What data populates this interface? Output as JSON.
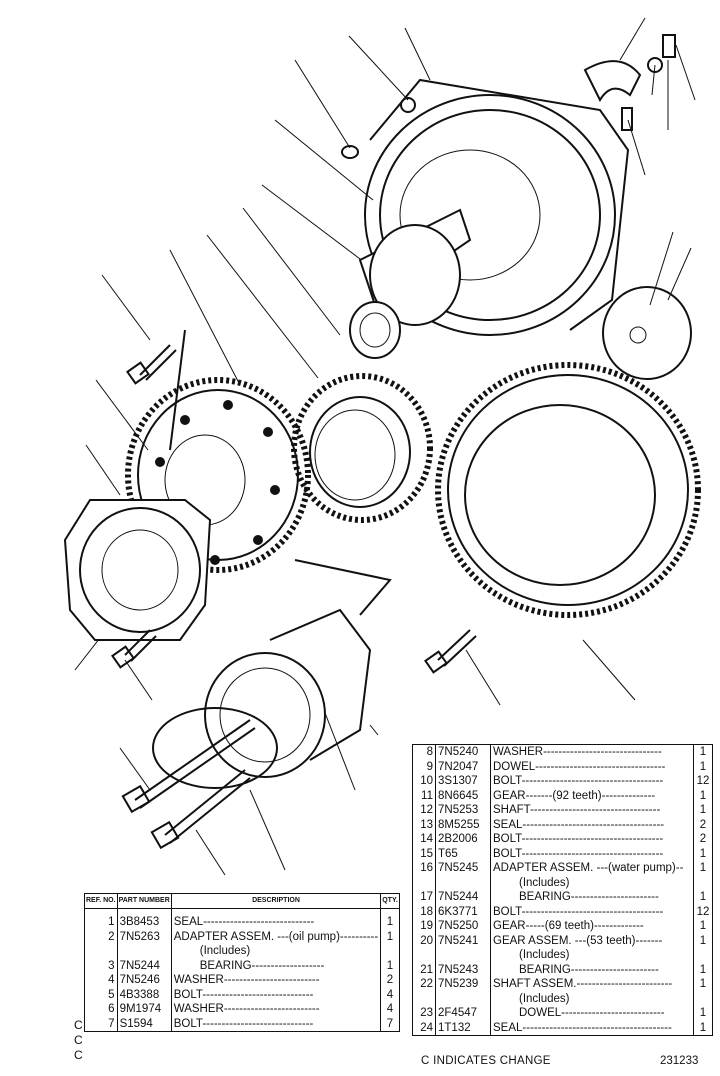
{
  "table_left": {
    "headers": {
      "ref": "REF. NO.",
      "part": "PART NUMBER",
      "desc": "DESCRIPTION",
      "qty": "QTY."
    },
    "rows": [
      {
        "mark": "",
        "ref": "1",
        "part": "3B8453",
        "desc": "SEAL",
        "qty": "1"
      },
      {
        "mark": "",
        "ref": "2",
        "part": "7N5263",
        "desc": "ADAPTER ASSEM. ---(oil pump)",
        "qty": "1"
      },
      {
        "mark": "",
        "ref": "",
        "part": "",
        "desc": "(Includes)",
        "qty": ""
      },
      {
        "mark": "",
        "ref": "3",
        "part": "7N5244",
        "desc": "BEARING",
        "qty": "1"
      },
      {
        "mark": "C",
        "ref": "4",
        "part": "7N5246",
        "desc": "WASHER",
        "qty": "2"
      },
      {
        "mark": "C",
        "ref": "5",
        "part": "4B3388",
        "desc": "BOLT",
        "qty": "4"
      },
      {
        "mark": "C",
        "ref": "6",
        "part": "9M1974",
        "desc": "WASHER",
        "qty": "4"
      },
      {
        "mark": "",
        "ref": "7",
        "part": "S1594",
        "desc": "BOLT",
        "qty": "7"
      }
    ]
  },
  "table_right": {
    "rows": [
      {
        "ref": "8",
        "part": "7N5240",
        "desc": "WASHER",
        "qty": "1"
      },
      {
        "ref": "9",
        "part": "7N2047",
        "desc": "DOWEL",
        "qty": "1"
      },
      {
        "ref": "10",
        "part": "3S1307",
        "desc": "BOLT",
        "qty": "12"
      },
      {
        "ref": "11",
        "part": "8N6645",
        "desc": "GEAR-------(92 teeth)",
        "qty": "1"
      },
      {
        "ref": "12",
        "part": "7N5253",
        "desc": "SHAFT",
        "qty": "1"
      },
      {
        "ref": "13",
        "part": "8M5255",
        "desc": "SEAL",
        "qty": "2"
      },
      {
        "ref": "14",
        "part": "2B2006",
        "desc": "BOLT",
        "qty": "2"
      },
      {
        "ref": "15",
        "part": "T65",
        "desc": "BOLT",
        "qty": "1"
      },
      {
        "ref": "16",
        "part": "7N5245",
        "desc": "ADAPTER ASSEM. ---(water pump)",
        "qty": "1"
      },
      {
        "ref": "",
        "part": "",
        "desc": "(Includes)",
        "qty": ""
      },
      {
        "ref": "17",
        "part": "7N5244",
        "desc": "BEARING",
        "qty": "1"
      },
      {
        "ref": "18",
        "part": "6K3771",
        "desc": "BOLT",
        "qty": "12"
      },
      {
        "ref": "19",
        "part": "7N5250",
        "desc": "GEAR-----(69 teeth)",
        "qty": "1"
      },
      {
        "ref": "20",
        "part": "7N5241",
        "desc": "GEAR ASSEM. ---(53 teeth)",
        "qty": "1"
      },
      {
        "ref": "",
        "part": "",
        "desc": "(Includes)",
        "qty": ""
      },
      {
        "ref": "21",
        "part": "7N5243",
        "desc": "BEARING",
        "qty": "1"
      },
      {
        "ref": "22",
        "part": "7N5239",
        "desc": "SHAFT ASSEM.",
        "qty": "1"
      },
      {
        "ref": "",
        "part": "",
        "desc": "(Includes)",
        "qty": ""
      },
      {
        "ref": "23",
        "part": "2F4547",
        "desc": "DOWEL",
        "qty": "1"
      },
      {
        "ref": "24",
        "part": "1T132",
        "desc": "SEAL",
        "qty": "1"
      }
    ]
  },
  "footer": {
    "note": "C INDICATES CHANGE",
    "figure_number": "231233"
  }
}
